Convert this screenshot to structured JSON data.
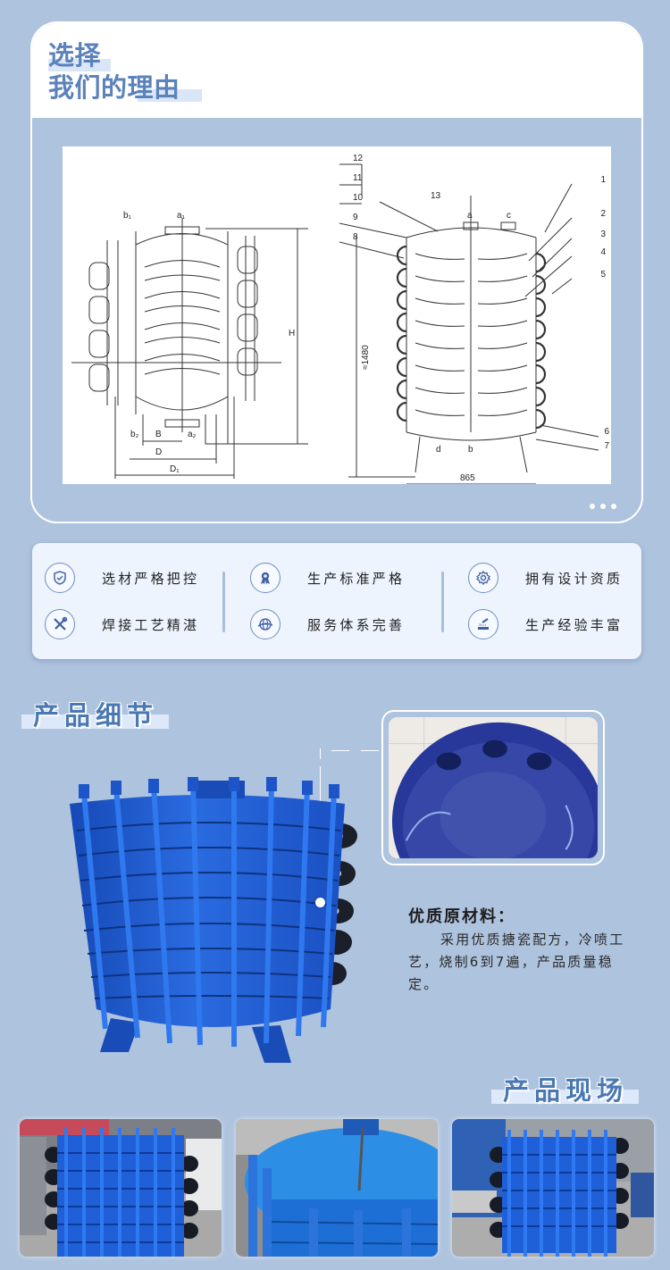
{
  "why_section": {
    "title_line1": "选择",
    "title_line2": "我们的理由",
    "diagram_left_labels": {
      "b1": "b₁",
      "a1": "a₁",
      "b2": "b₂",
      "a2": "a₂",
      "B": "B",
      "D": "D",
      "D1": "D₁",
      "H": "H"
    },
    "diagram_right_labels": {
      "callouts_left": [
        "12",
        "11",
        "10",
        "9",
        "8"
      ],
      "callouts_top": [
        "13"
      ],
      "callouts_right": [
        "1",
        "2",
        "3",
        "4",
        "5",
        "6",
        "7"
      ],
      "nozzles": [
        "a",
        "c",
        "d",
        "b"
      ],
      "height_dim": "≈1480",
      "width_dim": "865"
    },
    "pager_dots": 3
  },
  "features": {
    "items": [
      {
        "icon": "shield-check-icon",
        "label": "选材严格把控"
      },
      {
        "icon": "award-ribbon-icon",
        "label": "生产标准严格"
      },
      {
        "icon": "gear-icon",
        "label": "拥有设计资质"
      },
      {
        "icon": "wrench-screwdriver-icon",
        "label": "焊接工艺精湛"
      },
      {
        "icon": "globe-plane-icon",
        "label": "服务体系完善"
      },
      {
        "icon": "welding-torch-icon",
        "label": "生产经验丰富"
      }
    ]
  },
  "detail_section": {
    "heading": "产品细节",
    "material_title": "优质原材料：",
    "material_body": "采用优质搪瓷配方，冷喷工艺，烧制6到7遍，产品质量稳定。"
  },
  "site_section": {
    "heading": "产品现场",
    "photos": [
      "site-photo-1",
      "site-photo-2",
      "site-photo-3"
    ]
  },
  "colors": {
    "background": "#aec3de",
    "title_blue": "#5b82bb",
    "heading_blue": "#4a78b3",
    "panel_bg": "#eef4fd",
    "product_blue": "#1f63d6"
  }
}
